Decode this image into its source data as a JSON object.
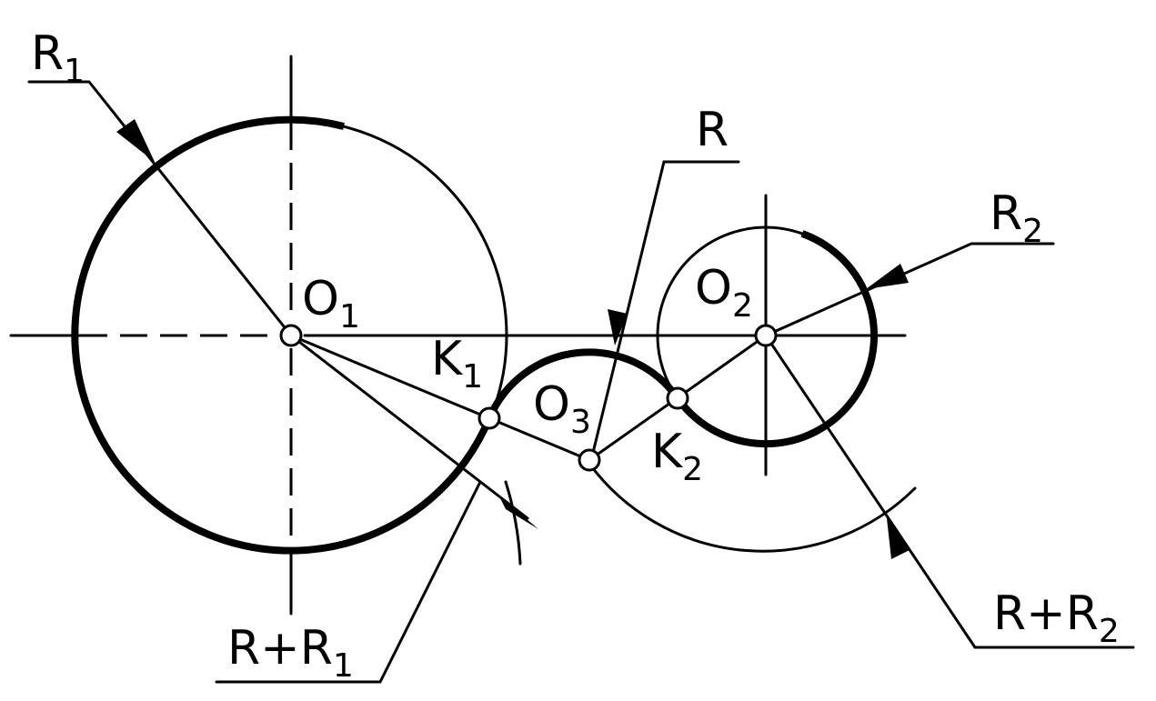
{
  "labels": {
    "r1": {
      "main": "R",
      "sub": "1"
    },
    "r": {
      "main": "R",
      "sub": ""
    },
    "r2": {
      "main": "R",
      "sub": "2"
    },
    "o1": {
      "main": "O",
      "sub": "1"
    },
    "o2": {
      "main": "O",
      "sub": "2"
    },
    "o3": {
      "main": "O",
      "sub": "3"
    },
    "k1": {
      "main": "K",
      "sub": "1"
    },
    "k2": {
      "main": "K",
      "sub": "2"
    },
    "r_plus_r1": {
      "main": "R+R",
      "sub": "1"
    },
    "r_plus_r2": {
      "main": "R+R",
      "sub": "2"
    }
  }
}
